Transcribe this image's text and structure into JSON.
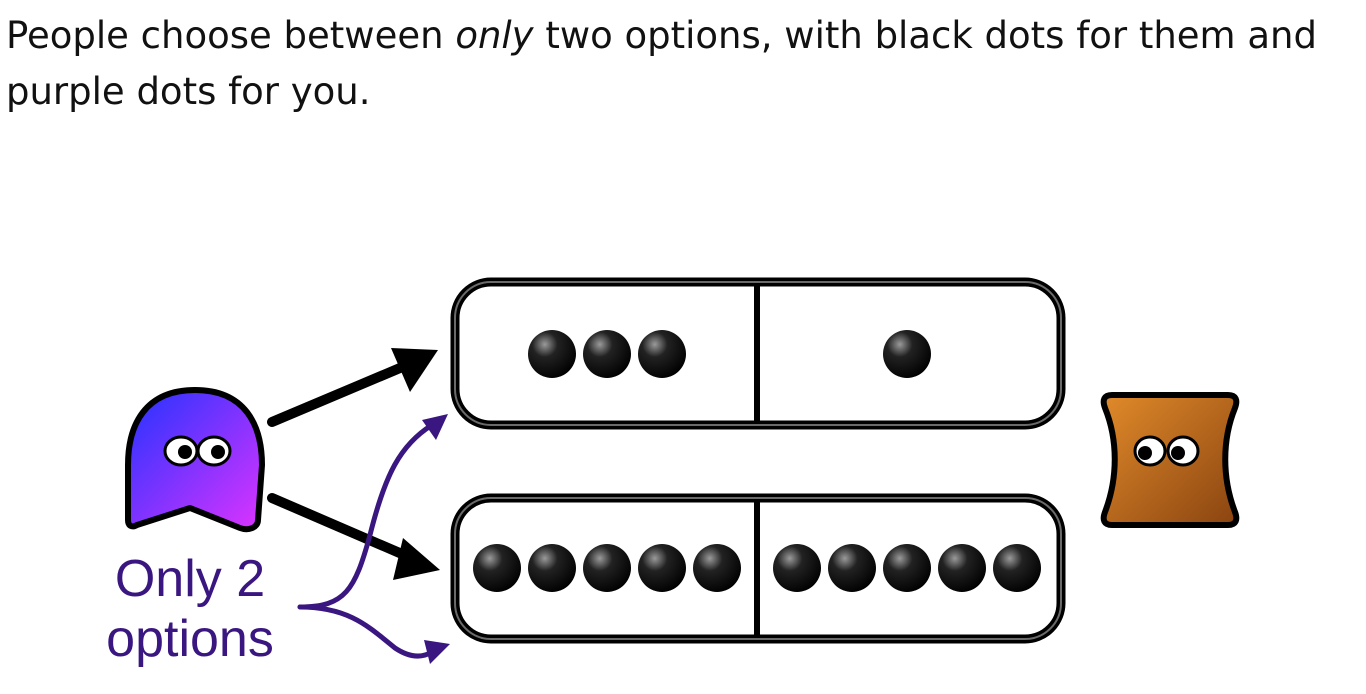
{
  "caption": {
    "before": "People choose between ",
    "emphasis": "only",
    "after": " two options, with black dots for them and purple dots for you."
  },
  "annotation": {
    "line1": "Only 2",
    "line2": "options"
  },
  "options": [
    {
      "left_dots": 3,
      "right_dots": 1
    },
    {
      "left_dots": 5,
      "right_dots": 5
    }
  ],
  "colors": {
    "chooser_top": "#2233ff",
    "chooser_bottom": "#dd33ff",
    "other_agent": "#c86a1c",
    "annotation": "#3a1680",
    "dot": "#000000"
  }
}
